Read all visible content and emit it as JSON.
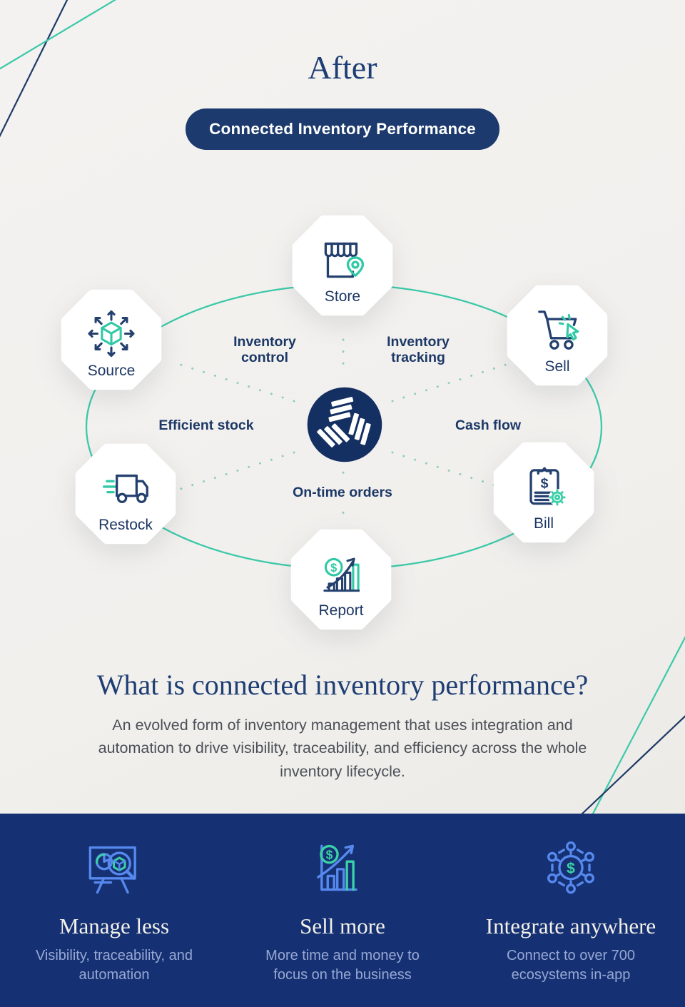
{
  "header": {
    "title": "After",
    "badge": "Connected Inventory Performance"
  },
  "diagram": {
    "hub_icon": "unleashed-logo-icon",
    "nodes": [
      {
        "id": "store",
        "label": "Store",
        "icon": "store-icon"
      },
      {
        "id": "sell",
        "label": "Sell",
        "icon": "cart-icon"
      },
      {
        "id": "bill",
        "label": "Bill",
        "icon": "invoice-icon"
      },
      {
        "id": "report",
        "label": "Report",
        "icon": "growth-chart-icon"
      },
      {
        "id": "restock",
        "label": "Restock",
        "icon": "delivery-truck-icon"
      },
      {
        "id": "source",
        "label": "Source",
        "icon": "distribution-cube-icon"
      }
    ],
    "ring_labels": [
      "Inventory control",
      "Inventory tracking",
      "Efficient stock",
      "Cash flow",
      "On-time orders"
    ]
  },
  "section": {
    "heading": "What is connected inventory performance?",
    "body": "An evolved form of inventory management that uses integration and automation to drive visibility, traceability, and efficiency across the whole inventory lifecycle."
  },
  "features": [
    {
      "title": "Manage less",
      "description": "Visibility, traceability, and automation",
      "icon": "analysis-board-icon"
    },
    {
      "title": "Sell more",
      "description": "More time and money to focus on the business",
      "icon": "sales-growth-icon"
    },
    {
      "title": "Integrate anywhere",
      "description": "Connect to over 700 ecosystems in-app",
      "icon": "integration-network-icon"
    }
  ],
  "colors": {
    "background": "#f1efec",
    "navy": "#1c3a6d",
    "deep_navy": "#153173",
    "teal": "#3cc9a9",
    "heading_navy": "#1e3e74",
    "body_text": "#4b5058",
    "band_heading": "#f4f1ea",
    "band_text": "#97a8d4",
    "band_icon_blue": "#5688ee"
  }
}
